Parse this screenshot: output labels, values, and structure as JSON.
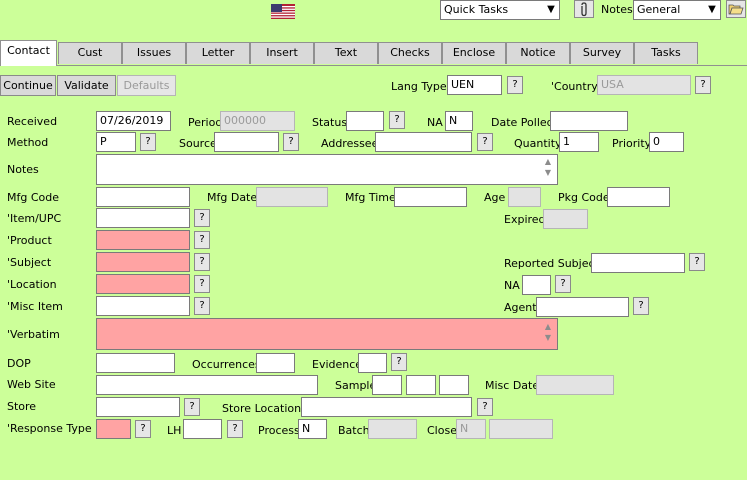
{
  "toolbar": {
    "quick_tasks": "Quick Tasks",
    "notes_label": "Notes",
    "notes_value": "General"
  },
  "tabs": [
    "Contact",
    "Cust",
    "Issues",
    "Letter",
    "Insert",
    "Text",
    "Checks",
    "Enclose",
    "Notice",
    "Survey",
    "Tasks"
  ],
  "actions": {
    "continue": "Continue",
    "validate": "Validate",
    "defaults": "Defaults"
  },
  "question": "?",
  "form": {
    "lang_type_label": "Lang Type",
    "lang_type_value": "UEN",
    "country_label": "'Country",
    "country_value": "USA",
    "received_label": "Received",
    "received_value": "07/26/2019",
    "period_label": "Period",
    "period_value": "000000",
    "status_label": "Status",
    "status_value": "",
    "na_label": "NA",
    "na_value": "N",
    "date_polled_label": "Date Polled",
    "date_polled_value": "",
    "method_label": "Method",
    "method_value": "P",
    "source_label": "Source",
    "source_value": "",
    "addressee_label": "Addressee",
    "addressee_value": "",
    "quantity_label": "Quantity",
    "quantity_value": "1",
    "priority_label": "Priority",
    "priority_value": "0",
    "notes_label": "Notes",
    "notes_value": "",
    "mfg_code_label": "Mfg Code",
    "mfg_date_label": "Mfg Date",
    "mfg_time_label": "Mfg Time",
    "age_label": "Age",
    "pkg_code_label": "Pkg Code",
    "item_upc_label": "'Item/UPC",
    "expired_label": "Expired",
    "product_label": "'Product",
    "subject_label": "'Subject",
    "reported_subject_label": "Reported Subject",
    "location_label": "'Location",
    "na2_label": "NA",
    "misc_item_label": "'Misc Item",
    "agent_label": "Agent",
    "verbatim_label": "'Verbatim",
    "dop_label": "DOP",
    "occurrences_label": "Occurrences",
    "evidence_label": "Evidence",
    "web_site_label": "Web Site",
    "sample_label": "Sample",
    "misc_date_label": "Misc Date",
    "store_label": "Store",
    "store_location_label": "Store Location",
    "response_type_label": "'Response Type",
    "lh_label": "LH",
    "process_label": "Process",
    "process_value": "N",
    "batch_label": "Batch",
    "close_label": "Close",
    "close_value": "N"
  },
  "colors": {
    "background": "#ccff99",
    "required": "#ffa3a3",
    "disabled": "#e3e3e3"
  }
}
